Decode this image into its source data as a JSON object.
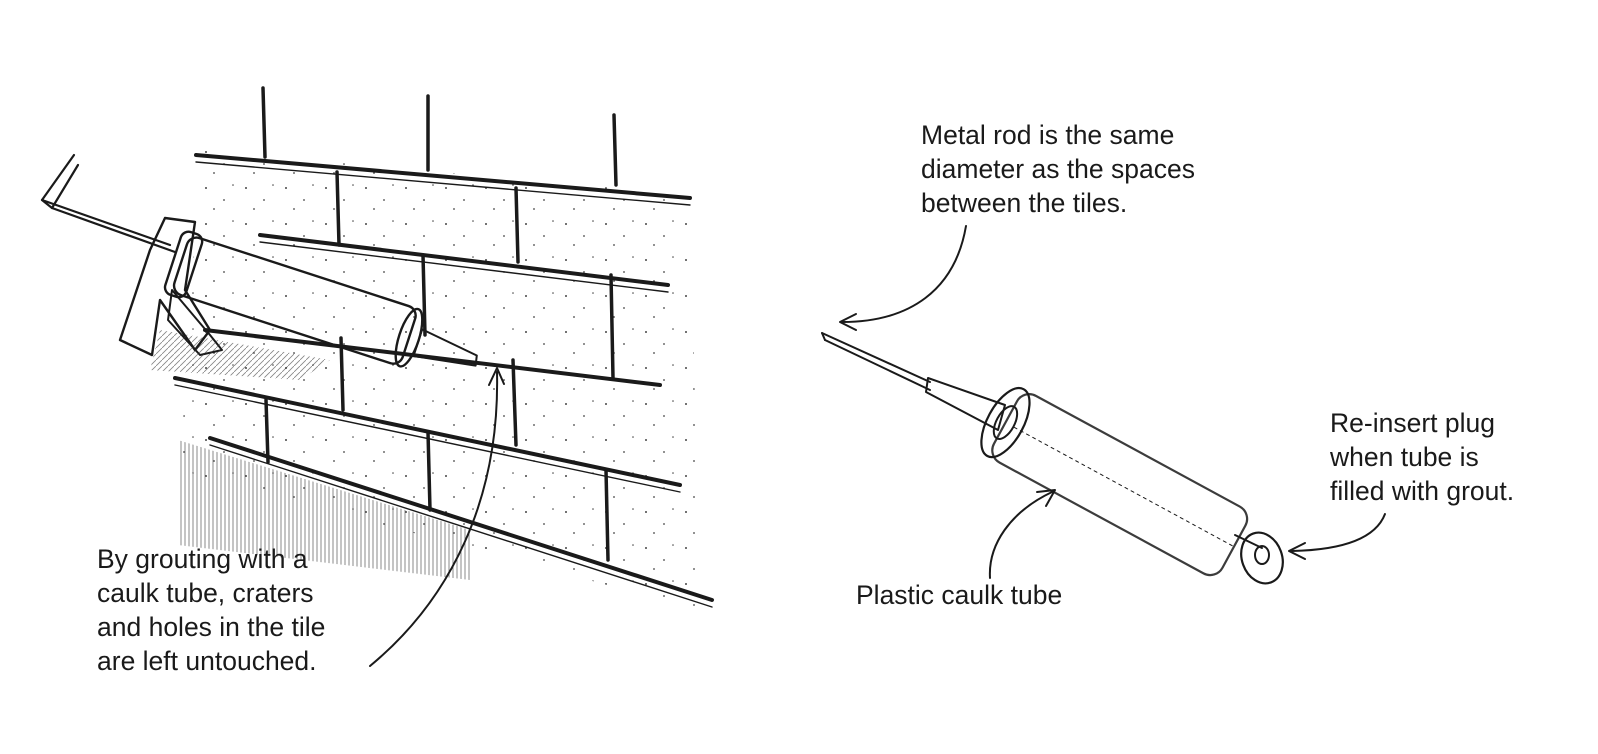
{
  "figure": {
    "labels": {
      "grout_caption": [
        "By grouting with a",
        "caulk tube, craters",
        "and holes in the tile",
        "are left untouched."
      ],
      "rod_caption": [
        "Metal rod is the same",
        "diameter as the spaces",
        "between the tiles."
      ],
      "plug_caption": [
        "Re-insert plug",
        "when tube is",
        "filled with grout."
      ],
      "tube_caption": "Plastic caulk tube"
    },
    "colors": {
      "ink": "#1a1a1a",
      "background": "#ffffff"
    }
  }
}
